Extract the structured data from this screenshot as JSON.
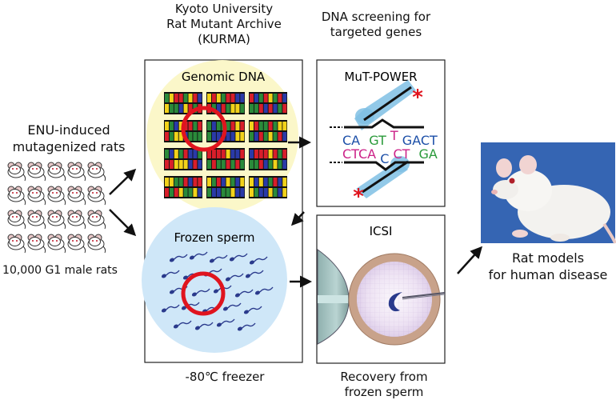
{
  "archive": {
    "line1": "Kyoto University",
    "line2": "Rat Mutant Archive",
    "line3": "(KURMA)"
  },
  "screening": {
    "line1": "DNA screening for",
    "line2": "targeted genes"
  },
  "left": {
    "line1": "ENU-induced",
    "line2": "mutagenized rats",
    "count": "10,000 G1 male rats"
  },
  "panels": {
    "genomic": "Genomic DNA",
    "sperm": "Frozen sperm",
    "mutpower": "MuT-POWER",
    "icsi": "ICSI"
  },
  "freezer": "-80℃ freezer",
  "recovery": {
    "line1": "Recovery from",
    "line2": "frozen sperm"
  },
  "result": {
    "line1": "Rat models",
    "line2": "for human disease"
  },
  "sequence": {
    "top": [
      "CA",
      "GT",
      "T",
      "GACT"
    ],
    "bottom": [
      "CTCA",
      "C",
      "CT",
      "GA"
    ]
  },
  "colors": {
    "red_circle": "#e0141e",
    "genomic_bg": "#fbf7c9",
    "sperm_bg": "#cfe7f8",
    "sperm": "#2a3a8c",
    "blue_band": "#7fc0e4",
    "seq_blue": "#1c4fa8",
    "seq_pink": "#cc2288",
    "seq_green": "#2a9a3a"
  }
}
